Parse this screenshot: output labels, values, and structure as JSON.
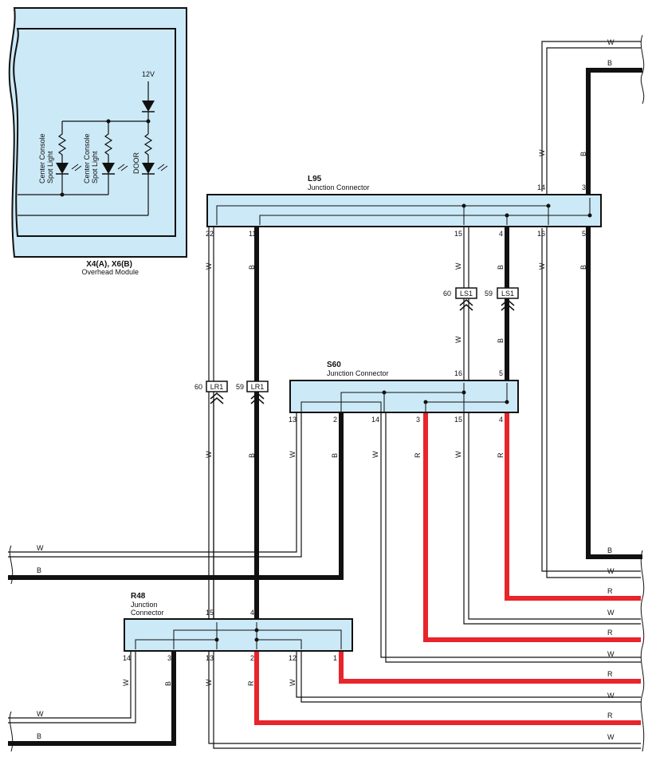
{
  "overhead_module": {
    "title": "X4(A), X6(B)",
    "subtitle": "Overhead Module",
    "supply": "12V",
    "component_1": [
      "Center Console",
      "Spot Light"
    ],
    "component_2": [
      "Center Console",
      "Spot Light"
    ],
    "component_3": "DOOR"
  },
  "l95": {
    "title": "L95",
    "subtitle": "Junction Connector",
    "top_pins": [
      "14",
      "3"
    ],
    "bottom_pins": [
      "22",
      "11",
      "15",
      "4",
      "16",
      "5"
    ]
  },
  "s60": {
    "title": "S60",
    "subtitle": "Junction Connector",
    "top_pins": [
      "16",
      "5"
    ],
    "bottom_pins": [
      "13",
      "2",
      "14",
      "3",
      "15",
      "4"
    ]
  },
  "r48": {
    "title": "R48",
    "subtitle_1": "Junction",
    "subtitle_2": "Connector",
    "top_pins": [
      "15",
      "4"
    ],
    "bottom_pins": [
      "14",
      "3",
      "13",
      "2",
      "12",
      "1"
    ]
  },
  "inline": {
    "lr1": "LR1",
    "ls1": "LS1",
    "pin_60": "60",
    "pin_59": "59"
  },
  "wires": {
    "W": "W",
    "B": "B",
    "R": "R"
  }
}
